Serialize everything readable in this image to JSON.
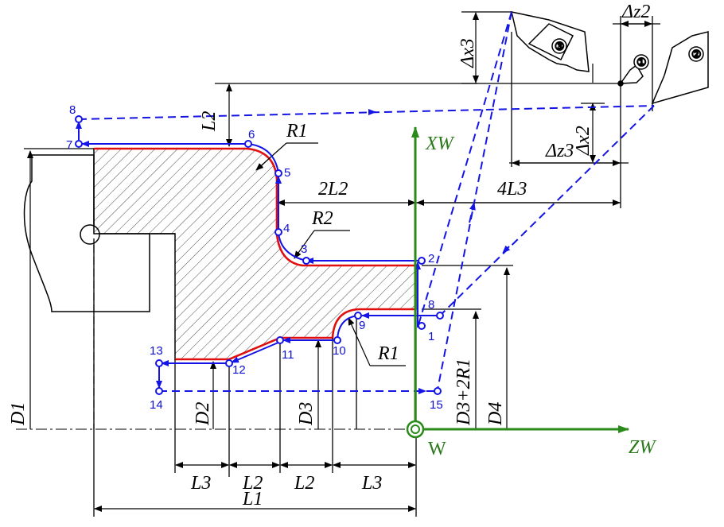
{
  "colors": {
    "path": "#1414e6",
    "contour": "#e01010",
    "axis": "#2a8a1a",
    "ink": "#000000"
  },
  "labels": {
    "R1_top": "R1",
    "R2": "R2",
    "R1_bottom": "R1",
    "L2_vertical": "L2",
    "twoL2": "2L2",
    "fourL3": "4L3",
    "dx3": "Δx3",
    "dz2": "Δz2",
    "dx2": "Δx2",
    "dz3": "Δz3",
    "D1": "D1",
    "D2": "D2",
    "D3": "D3",
    "D4": "D4",
    "D3_2R1": "D3+2R1",
    "L3_a": "L3",
    "L2_a": "L2",
    "L2_b": "L2",
    "L3_b": "L3",
    "L1": "L1",
    "XW": "XW",
    "ZW": "ZW",
    "W": "W"
  },
  "tools": [
    "①",
    "②",
    "③"
  ],
  "points": [
    "1",
    "2",
    "3",
    "4",
    "5",
    "6",
    "7",
    "8",
    "8",
    "9",
    "10",
    "11",
    "12",
    "13",
    "14",
    "15"
  ]
}
